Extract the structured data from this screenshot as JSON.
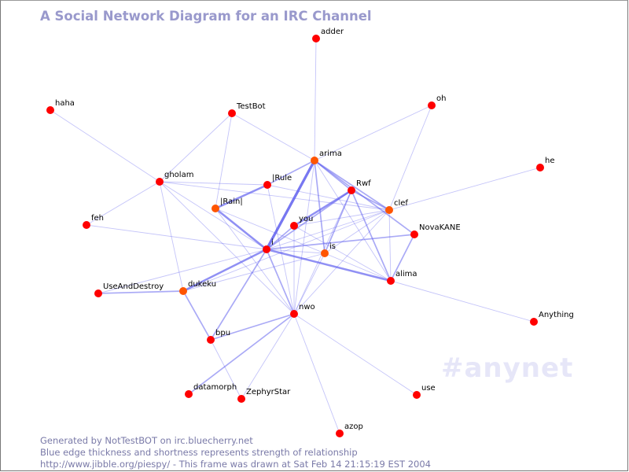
{
  "header": {
    "title": "A Social Network Diagram for an IRC Channel",
    "channel_watermark": "#anynet"
  },
  "footer": {
    "line1": "Generated by NotTestBOT on irc.bluecherry.net",
    "line2": "Blue edge thickness and shortness represents strength of relationship",
    "line3": "http://www.jibble.org/piespy/ - This frame was drawn at Sat Feb 14 21:15:19 EST 2004"
  },
  "colors": {
    "node": "#ff0000",
    "node_active": "#ff5500",
    "edge": "#5555ee",
    "title": "#9999cc",
    "watermark": "#eeeefc"
  },
  "graph": {
    "nodes": [
      {
        "id": "adder",
        "label": "adder",
        "active": false
      },
      {
        "id": "haha",
        "label": "haha",
        "active": false
      },
      {
        "id": "TestBot",
        "label": "TestBot",
        "active": false
      },
      {
        "id": "oh",
        "label": "oh",
        "active": false
      },
      {
        "id": "arima",
        "label": "arima",
        "active": true
      },
      {
        "id": "he",
        "label": "he",
        "active": false
      },
      {
        "id": "gholam",
        "label": "gholam",
        "active": false
      },
      {
        "id": "IRule",
        "label": "|Rule",
        "active": false
      },
      {
        "id": "Rwf",
        "label": "Rwf",
        "active": false
      },
      {
        "id": "IRainI",
        "label": "|Rain|",
        "active": true
      },
      {
        "id": "clef",
        "label": "clef",
        "active": true
      },
      {
        "id": "feh",
        "label": "feh",
        "active": false
      },
      {
        "id": "you",
        "label": "you",
        "active": false
      },
      {
        "id": "NovaKANE",
        "label": "NovaKANE",
        "active": false
      },
      {
        "id": "i",
        "label": "i",
        "active": false
      },
      {
        "id": "is",
        "label": "is",
        "active": true
      },
      {
        "id": "alima",
        "label": "alima",
        "active": false
      },
      {
        "id": "UseAndDestroy",
        "label": "UseAndDestroy",
        "active": false
      },
      {
        "id": "dukeku",
        "label": "dukeku",
        "active": true
      },
      {
        "id": "nwo",
        "label": "nwo",
        "active": false
      },
      {
        "id": "Anything",
        "label": "Anything",
        "active": false
      },
      {
        "id": "bpu",
        "label": "bpu",
        "active": false
      },
      {
        "id": "datamorph",
        "label": "datamorph",
        "active": false
      },
      {
        "id": "ZephyrStar",
        "label": "ZephyrStar",
        "active": false
      },
      {
        "id": "use",
        "label": "use",
        "active": false
      },
      {
        "id": "azop",
        "label": "azop",
        "active": false
      }
    ],
    "edges": [
      {
        "source": "adder",
        "target": "arima",
        "weight": 1
      },
      {
        "source": "haha",
        "target": "gholam",
        "weight": 1
      },
      {
        "source": "TestBot",
        "target": "gholam",
        "weight": 1
      },
      {
        "source": "TestBot",
        "target": "IRainI",
        "weight": 1
      },
      {
        "source": "TestBot",
        "target": "arima",
        "weight": 1
      },
      {
        "source": "oh",
        "target": "arima",
        "weight": 1
      },
      {
        "source": "oh",
        "target": "clef",
        "weight": 1
      },
      {
        "source": "he",
        "target": "clef",
        "weight": 1
      },
      {
        "source": "gholam",
        "target": "feh",
        "weight": 1
      },
      {
        "source": "gholam",
        "target": "IRule",
        "weight": 1
      },
      {
        "source": "gholam",
        "target": "clef",
        "weight": 1
      },
      {
        "source": "gholam",
        "target": "i",
        "weight": 1
      },
      {
        "source": "gholam",
        "target": "dukeku",
        "weight": 1
      },
      {
        "source": "gholam",
        "target": "nwo",
        "weight": 1
      },
      {
        "source": "IRainI",
        "target": "IRule",
        "weight": 3
      },
      {
        "source": "IRainI",
        "target": "i",
        "weight": 3
      },
      {
        "source": "IRainI",
        "target": "is",
        "weight": 1
      },
      {
        "source": "IRainI",
        "target": "nwo",
        "weight": 1
      },
      {
        "source": "IRule",
        "target": "arima",
        "weight": 2
      },
      {
        "source": "IRule",
        "target": "nwo",
        "weight": 1
      },
      {
        "source": "IRule",
        "target": "clef",
        "weight": 1
      },
      {
        "source": "arima",
        "target": "i",
        "weight": 4
      },
      {
        "source": "arima",
        "target": "Rwf",
        "weight": 2
      },
      {
        "source": "arima",
        "target": "clef",
        "weight": 2
      },
      {
        "source": "arima",
        "target": "NovaKANE",
        "weight": 2
      },
      {
        "source": "arima",
        "target": "is",
        "weight": 2
      },
      {
        "source": "arima",
        "target": "nwo",
        "weight": 1
      },
      {
        "source": "arima",
        "target": "alima",
        "weight": 1
      },
      {
        "source": "Rwf",
        "target": "you",
        "weight": 3
      },
      {
        "source": "Rwf",
        "target": "i",
        "weight": 2
      },
      {
        "source": "Rwf",
        "target": "is",
        "weight": 2
      },
      {
        "source": "Rwf",
        "target": "alima",
        "weight": 2
      },
      {
        "source": "Rwf",
        "target": "clef",
        "weight": 2
      },
      {
        "source": "Rwf",
        "target": "nwo",
        "weight": 1
      },
      {
        "source": "clef",
        "target": "you",
        "weight": 1
      },
      {
        "source": "clef",
        "target": "i",
        "weight": 1
      },
      {
        "source": "clef",
        "target": "is",
        "weight": 1
      },
      {
        "source": "clef",
        "target": "alima",
        "weight": 1
      },
      {
        "source": "clef",
        "target": "nwo",
        "weight": 1
      },
      {
        "source": "clef",
        "target": "dukeku",
        "weight": 1
      },
      {
        "source": "feh",
        "target": "i",
        "weight": 1
      },
      {
        "source": "you",
        "target": "i",
        "weight": 2
      },
      {
        "source": "you",
        "target": "nwo",
        "weight": 1
      },
      {
        "source": "you",
        "target": "alima",
        "weight": 1
      },
      {
        "source": "NovaKANE",
        "target": "i",
        "weight": 2
      },
      {
        "source": "NovaKANE",
        "target": "alima",
        "weight": 2
      },
      {
        "source": "i",
        "target": "alima",
        "weight": 3
      },
      {
        "source": "i",
        "target": "dukeku",
        "weight": 3
      },
      {
        "source": "i",
        "target": "nwo",
        "weight": 2
      },
      {
        "source": "i",
        "target": "bpu",
        "weight": 2
      },
      {
        "source": "i",
        "target": "UseAndDestroy",
        "weight": 1
      },
      {
        "source": "i",
        "target": "is",
        "weight": 1
      },
      {
        "source": "is",
        "target": "nwo",
        "weight": 1
      },
      {
        "source": "is",
        "target": "dukeku",
        "weight": 1
      },
      {
        "source": "is",
        "target": "alima",
        "weight": 1
      },
      {
        "source": "alima",
        "target": "Anything",
        "weight": 1
      },
      {
        "source": "UseAndDestroy",
        "target": "dukeku",
        "weight": 2
      },
      {
        "source": "dukeku",
        "target": "bpu",
        "weight": 2
      },
      {
        "source": "nwo",
        "target": "bpu",
        "weight": 2
      },
      {
        "source": "nwo",
        "target": "datamorph",
        "weight": 2
      },
      {
        "source": "nwo",
        "target": "ZephyrStar",
        "weight": 1
      },
      {
        "source": "nwo",
        "target": "use",
        "weight": 1
      },
      {
        "source": "nwo",
        "target": "azop",
        "weight": 1
      },
      {
        "source": "bpu",
        "target": "ZephyrStar",
        "weight": 1
      }
    ]
  }
}
